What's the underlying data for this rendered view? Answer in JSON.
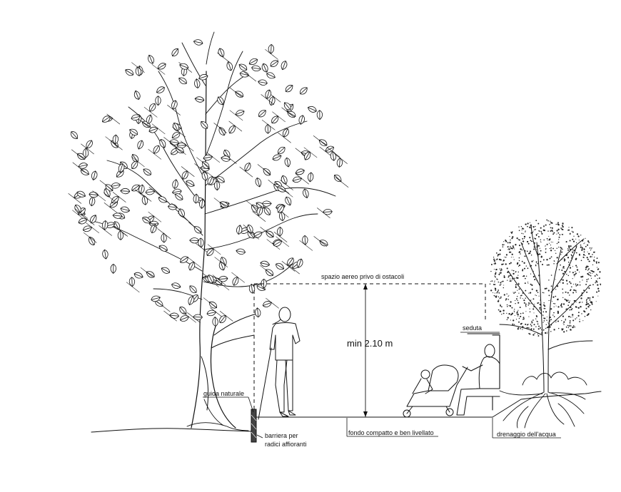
{
  "labels": {
    "clear_space": "spazio aereo privo di ostacoli",
    "min_height": "min 2.10 m",
    "seating": "seduta",
    "natural_guide": "guida naturale",
    "root_barrier_line1": "barriera per",
    "root_barrier_line2": "radici affioranti",
    "compact_ground": "fondo compatto e ben livellato",
    "water_drainage": "drenaggio dell'acqua"
  }
}
